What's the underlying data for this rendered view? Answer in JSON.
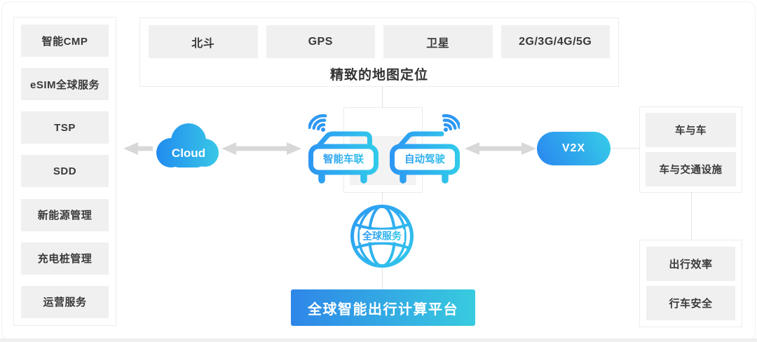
{
  "sidebar": {
    "items": [
      "智能CMP",
      "eSIM全球服务",
      "TSP",
      "SDD",
      "新能源管理",
      "充电桩管理",
      "运营服务"
    ]
  },
  "positioning": {
    "items": [
      "北斗",
      "GPS",
      "卫星",
      "2G/3G/4G/5G"
    ],
    "title": "精致的地图定位"
  },
  "cloud": {
    "label": "Cloud"
  },
  "cars": {
    "left_label": "智能车联",
    "right_label": "自动驾驶"
  },
  "v2x": {
    "label": "V2X"
  },
  "right_top": {
    "items": [
      "车与车",
      "车与交通设施"
    ]
  },
  "right_bottom": {
    "items": [
      "出行效率",
      "行车安全"
    ]
  },
  "globe": {
    "label": "全球服务"
  },
  "banner": {
    "label": "全球智能出行计算平台"
  },
  "colors": {
    "accent_blue": "#2A86F0",
    "accent_cyan": "#36CDE8",
    "box_gray": "#F0F0F0",
    "text_dark": "#333333",
    "arrow_gray": "#D8D8D8",
    "line_gray": "#E2E2E2"
  }
}
